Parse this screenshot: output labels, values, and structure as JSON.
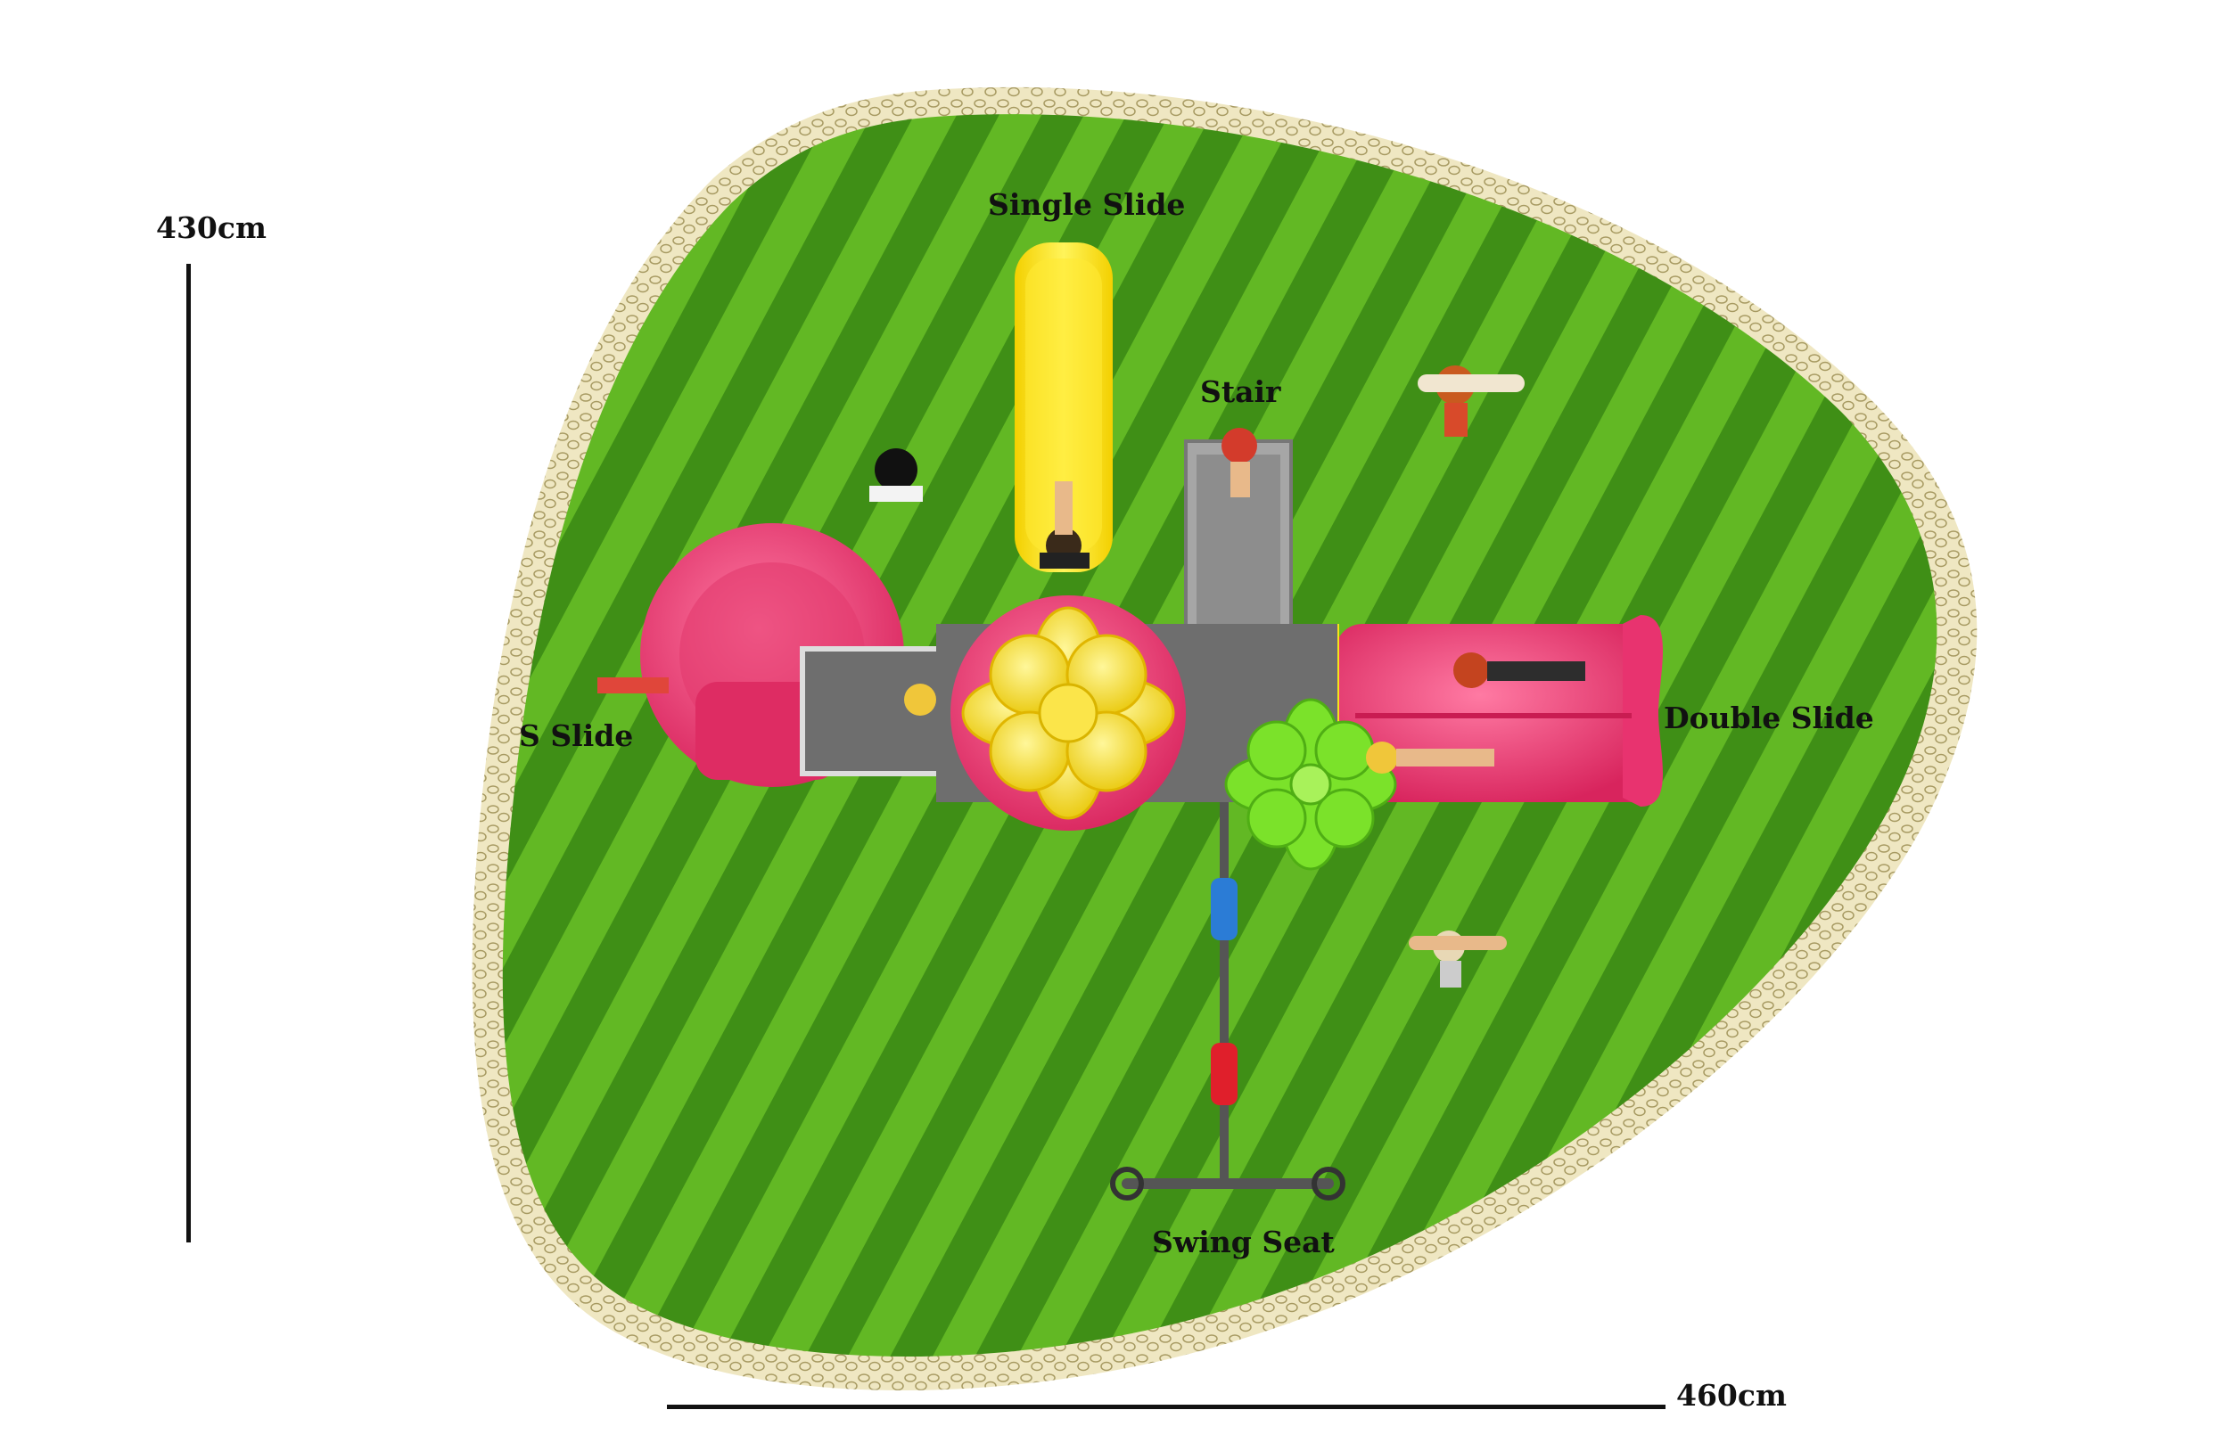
{
  "dimensions": {
    "height_label": "430cm",
    "width_label": "460cm"
  },
  "labels": {
    "single_slide": "Single Slide",
    "stair": "Stair",
    "double_slide": "Double Slide",
    "s_slide": "S Slide",
    "swing_seat": "Swing Seat"
  },
  "colors": {
    "grass_light": "#6cc427",
    "grass_dark": "#3f8f16",
    "pebble_border": "#e9dfb4",
    "pink": "#e8336f",
    "yellow": "#f7e41a",
    "lime": "#7be22a",
    "steel": "#9a9a9a"
  }
}
